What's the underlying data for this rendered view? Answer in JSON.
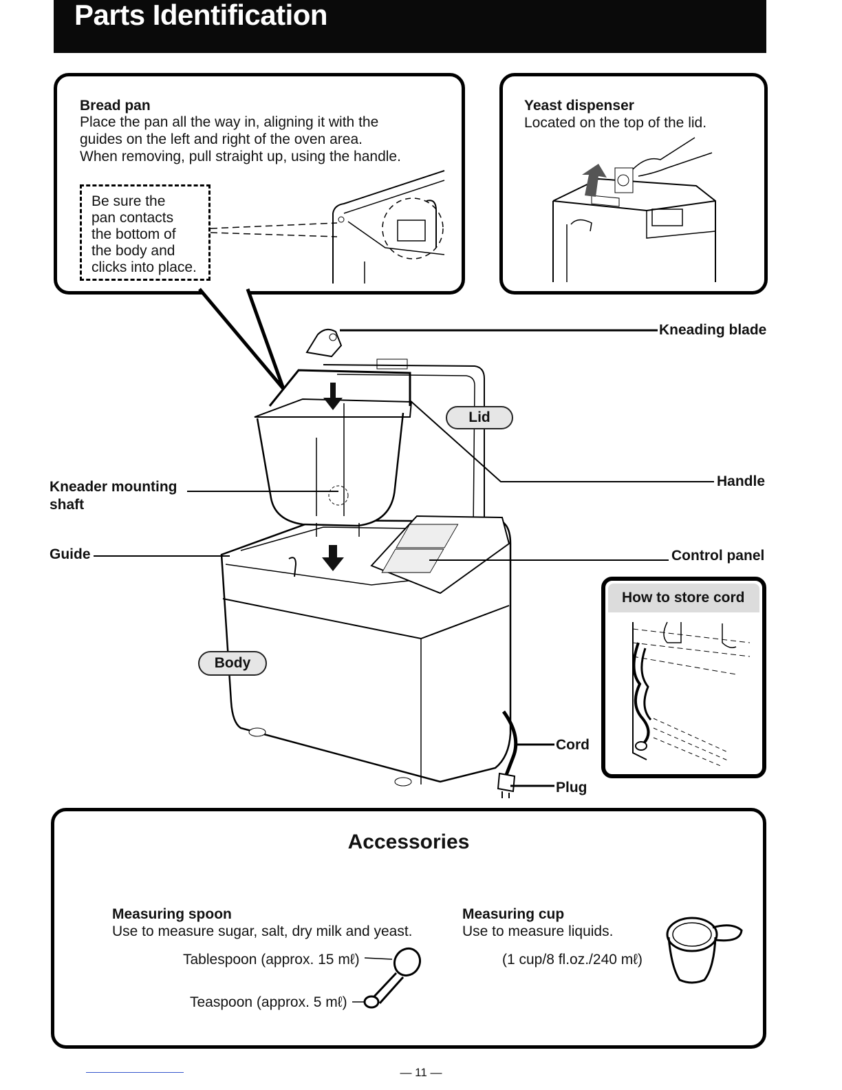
{
  "header": {
    "title": "Parts Identification"
  },
  "bread_pan": {
    "title": "Bread pan",
    "lines": [
      "Place the pan all the way in, aligning it with the",
      "guides on the left and right of the oven area.",
      "When removing, pull straight up, using the handle."
    ],
    "note_lines": [
      "Be sure the",
      "pan contacts",
      "the bottom of",
      "the body and",
      "clicks into place."
    ]
  },
  "yeast": {
    "title": "Yeast dispenser",
    "text": "Located on the top of the lid."
  },
  "labels": {
    "kneading_blade": "Kneading blade",
    "lid": "Lid",
    "handle": "Handle",
    "kneader_shaft_1": "Kneader mounting",
    "kneader_shaft_2": "shaft",
    "guide": "Guide",
    "control_panel": "Control panel",
    "body": "Body",
    "cord": "Cord",
    "plug": "Plug"
  },
  "store_cord": {
    "title": "How to store cord"
  },
  "accessories": {
    "title": "Accessories",
    "spoon_title": "Measuring spoon",
    "spoon_text": "Use to measure sugar, salt, dry milk and yeast.",
    "tablespoon": "Tablespoon (approx. 15 mℓ)",
    "teaspoon": "Teaspoon (approx. 5 mℓ)",
    "cup_title": "Measuring cup",
    "cup_text": "Use to measure liquids.",
    "cup_volume": "(1 cup/8 fl.oz./240 mℓ)"
  },
  "footer": {
    "page": "— 11 —"
  }
}
